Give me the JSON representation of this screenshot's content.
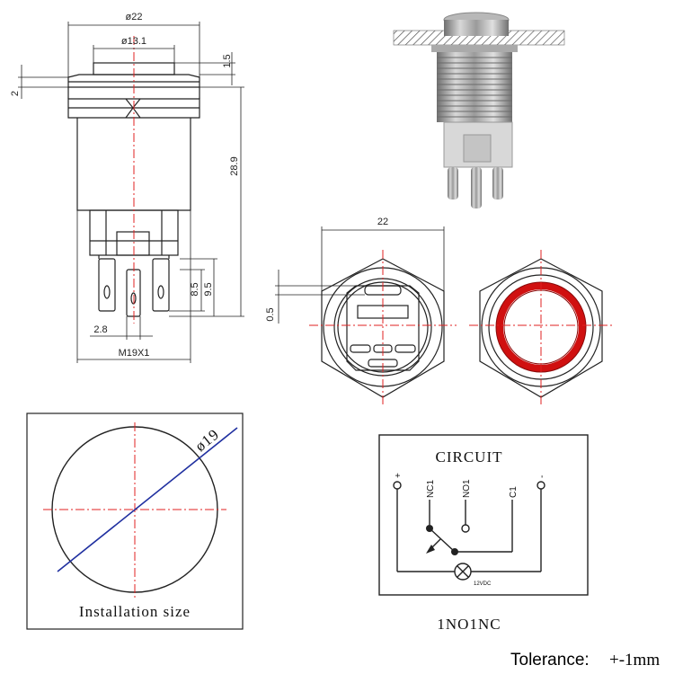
{
  "dimensions": {
    "outer_dia": "ø22",
    "cap_dia": "ø13.1",
    "cap_height": "1.5",
    "bezel": "2",
    "body_length": "28.9",
    "terminal_a": "8.5",
    "terminal_b": "9.5",
    "pin_pitch": "2.8",
    "thread": "M19X1",
    "hex_width": "22",
    "gap": "0.5"
  },
  "installation": {
    "hole_dia": "ø19",
    "caption": "Installation size"
  },
  "circuit": {
    "title": "CIRCUIT",
    "pins": [
      "+",
      "NC1",
      "NO1",
      "C1",
      "-"
    ],
    "lamp_voltage": "12VDC",
    "config": "1NO1NC"
  },
  "tolerance": {
    "label": "Tolerance",
    "value": "+-1mm"
  },
  "colors": {
    "ring": "#d01010",
    "centerline": "#e02020",
    "diagonal": "#2030a0"
  }
}
